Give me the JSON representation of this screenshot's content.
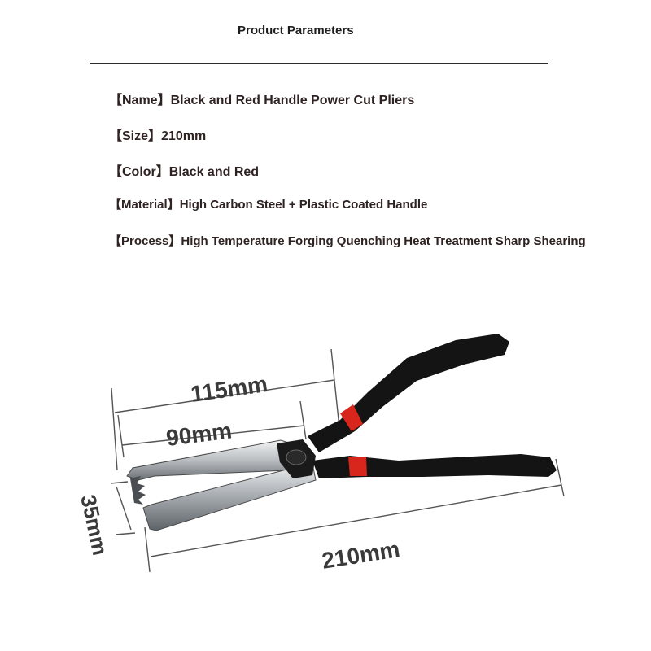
{
  "title": "Product Parameters",
  "params": [
    {
      "label": "【Name】",
      "value": "Black and Red Handle Power Cut Pliers"
    },
    {
      "label": "【Size】",
      "value": "210mm"
    },
    {
      "label": "【Color】",
      "value": "Black and Red"
    },
    {
      "label": "【Material】",
      "value": "High Carbon Steel + Plastic Coated Handle"
    },
    {
      "label": "【Process】",
      "value": "High Temperature Forging Quenching Heat Treatment Sharp Shearing"
    }
  ],
  "dimensions": {
    "jaw_to_pivot": "115mm",
    "jaw_length": "90mm",
    "jaw_opening": "35mm",
    "total_length": "210mm"
  },
  "colors": {
    "handle": "#141414",
    "handle_band": "#d9261c",
    "steel": "#9ea3a8"
  }
}
